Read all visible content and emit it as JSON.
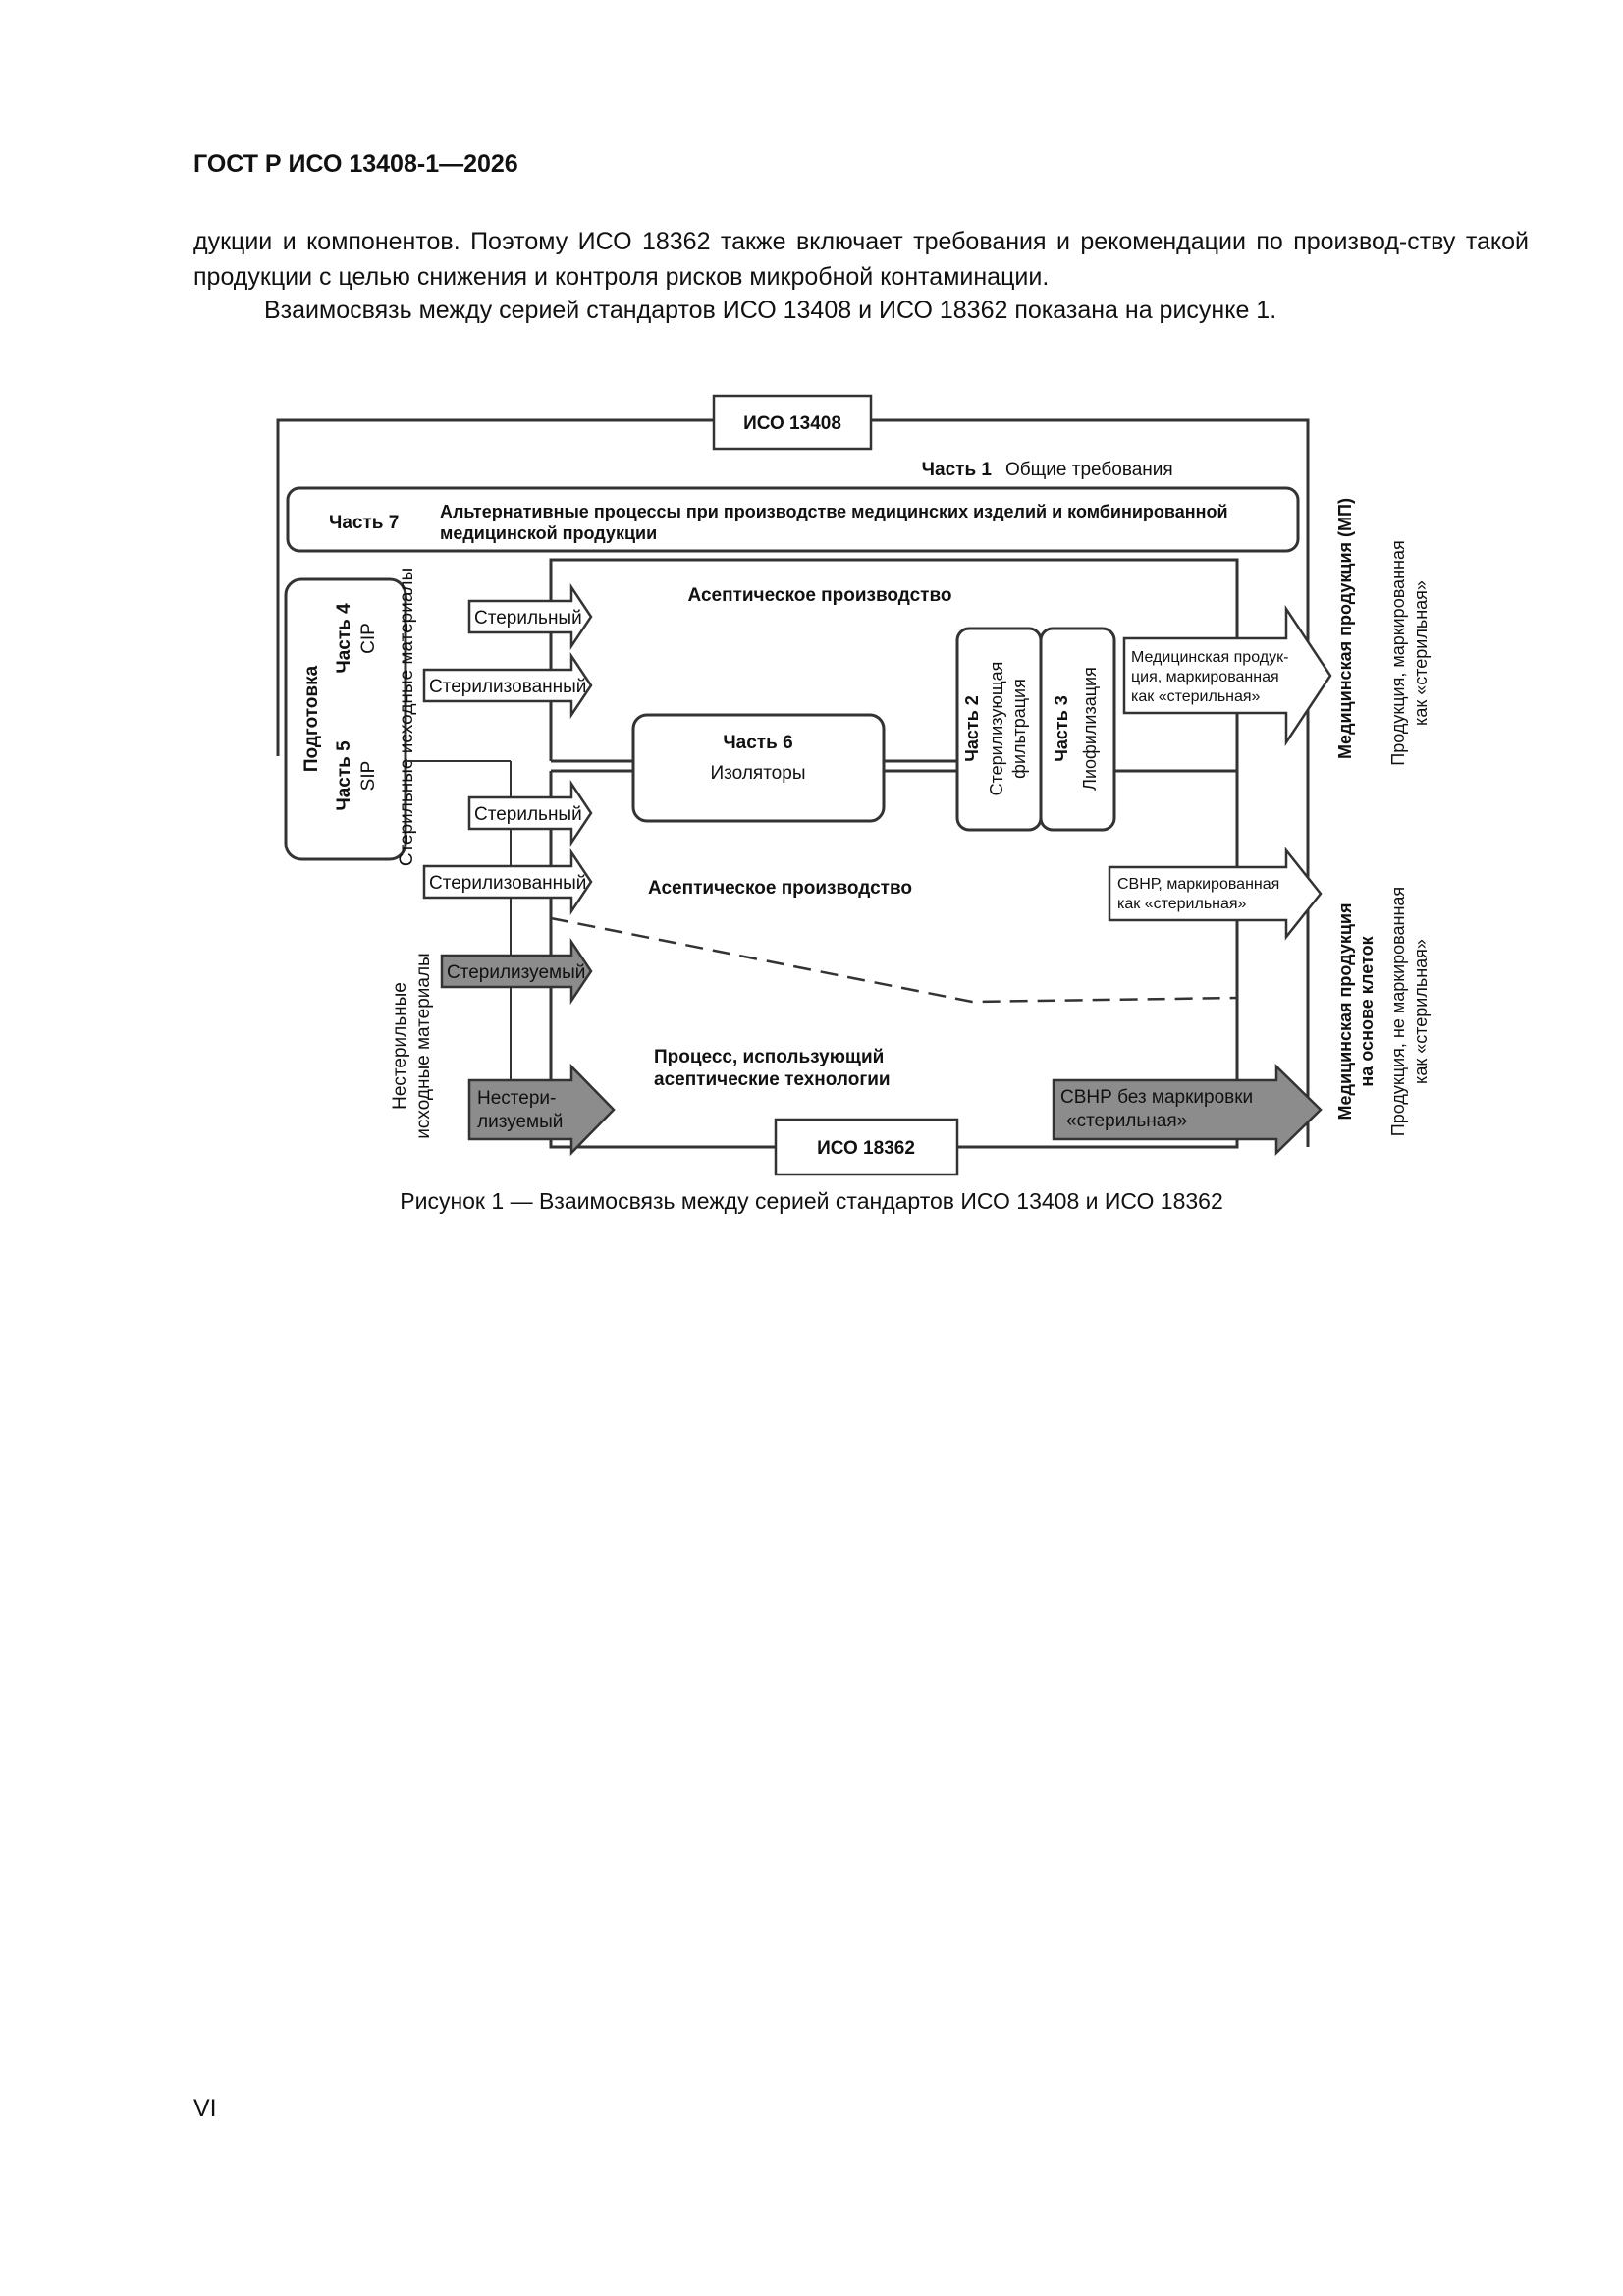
{
  "header": {
    "title": "ГОСТ Р ИСО 13408-1—2026"
  },
  "body": {
    "paragraph1": "дукции и компонентов. Поэтому ИСО 18362 также включает требования и рекомендации по производ-ству такой продукции с целью снижения и контроля рисков микробной контаминации.",
    "paragraph2": "Взаимосвязь между серией стандартов ИСО 13408 и ИСО 18362 показана на рисунке 1."
  },
  "figure": {
    "iso13408": "ИСО 13408",
    "iso18362": "ИСО 18362",
    "part1_label": "Часть 1",
    "part1_text": "Общие требования",
    "part7_label": "Часть 7",
    "part7_text_line1": "Альтернативные процессы при производстве медицинских изделий и комбинированной",
    "part7_text_line2": "медицинской продукции",
    "prep": "Подготовка",
    "part4_label": "Часть 4",
    "part4_text": "CIP",
    "part5_label": "Часть 5",
    "part5_text": "SIP",
    "sterile_materials": "Стерильные исходные материалы",
    "nonsterile_line1": "Нестерильные",
    "nonsterile_line2": "исходные материалы",
    "arrow_sterile": "Стерильный",
    "arrow_sterilized": "Стерилизованный",
    "arrow_sterilizable": "Стерилизуемый",
    "arrow_nonsterilizable_line1": "Нестери-",
    "arrow_nonsterilizable_line2": "лизуемый",
    "aseptic_top": "Асептическое производство",
    "aseptic_middle": "Асептическое производство",
    "part6_label": "Часть 6",
    "part6_text": "Изоляторы",
    "part2_label": "Часть 2",
    "part2_text_line1": "Стерилизующая",
    "part2_text_line2": "фильтрация",
    "part3_label": "Часть 3",
    "part3_text": "Лиофилизация",
    "process_line1": "Процесс, использующий",
    "process_line2": "асептические технологии",
    "out_med_line1": "Медицинская продук-",
    "out_med_line2": "ция, маркированная",
    "out_med_line3": "как «стерильная»",
    "out_svnr_line1": "СВНР, маркированная",
    "out_svnr_line2": "как «стерильная»",
    "out_svnr2_line1": "СВНР без маркировки",
    "out_svnr2_line2": "«стерильная»",
    "right_mp": "Медицинская продукция (МП)",
    "right_mp_sub_line1": "Продукция, маркированная",
    "right_mp_sub_line2": "как «стерильная»",
    "right_cell_line1": "Медицинская продукция",
    "right_cell_line2": "на основе клеток",
    "right_cell_sub_line1": "Продукция, не маркированная",
    "right_cell_sub_line2": "как «стерильная»"
  },
  "caption": "Рисунок 1 — Взаимосвязь между серией стандартов ИСО 13408 и ИСО 18362",
  "page_number": "VI"
}
